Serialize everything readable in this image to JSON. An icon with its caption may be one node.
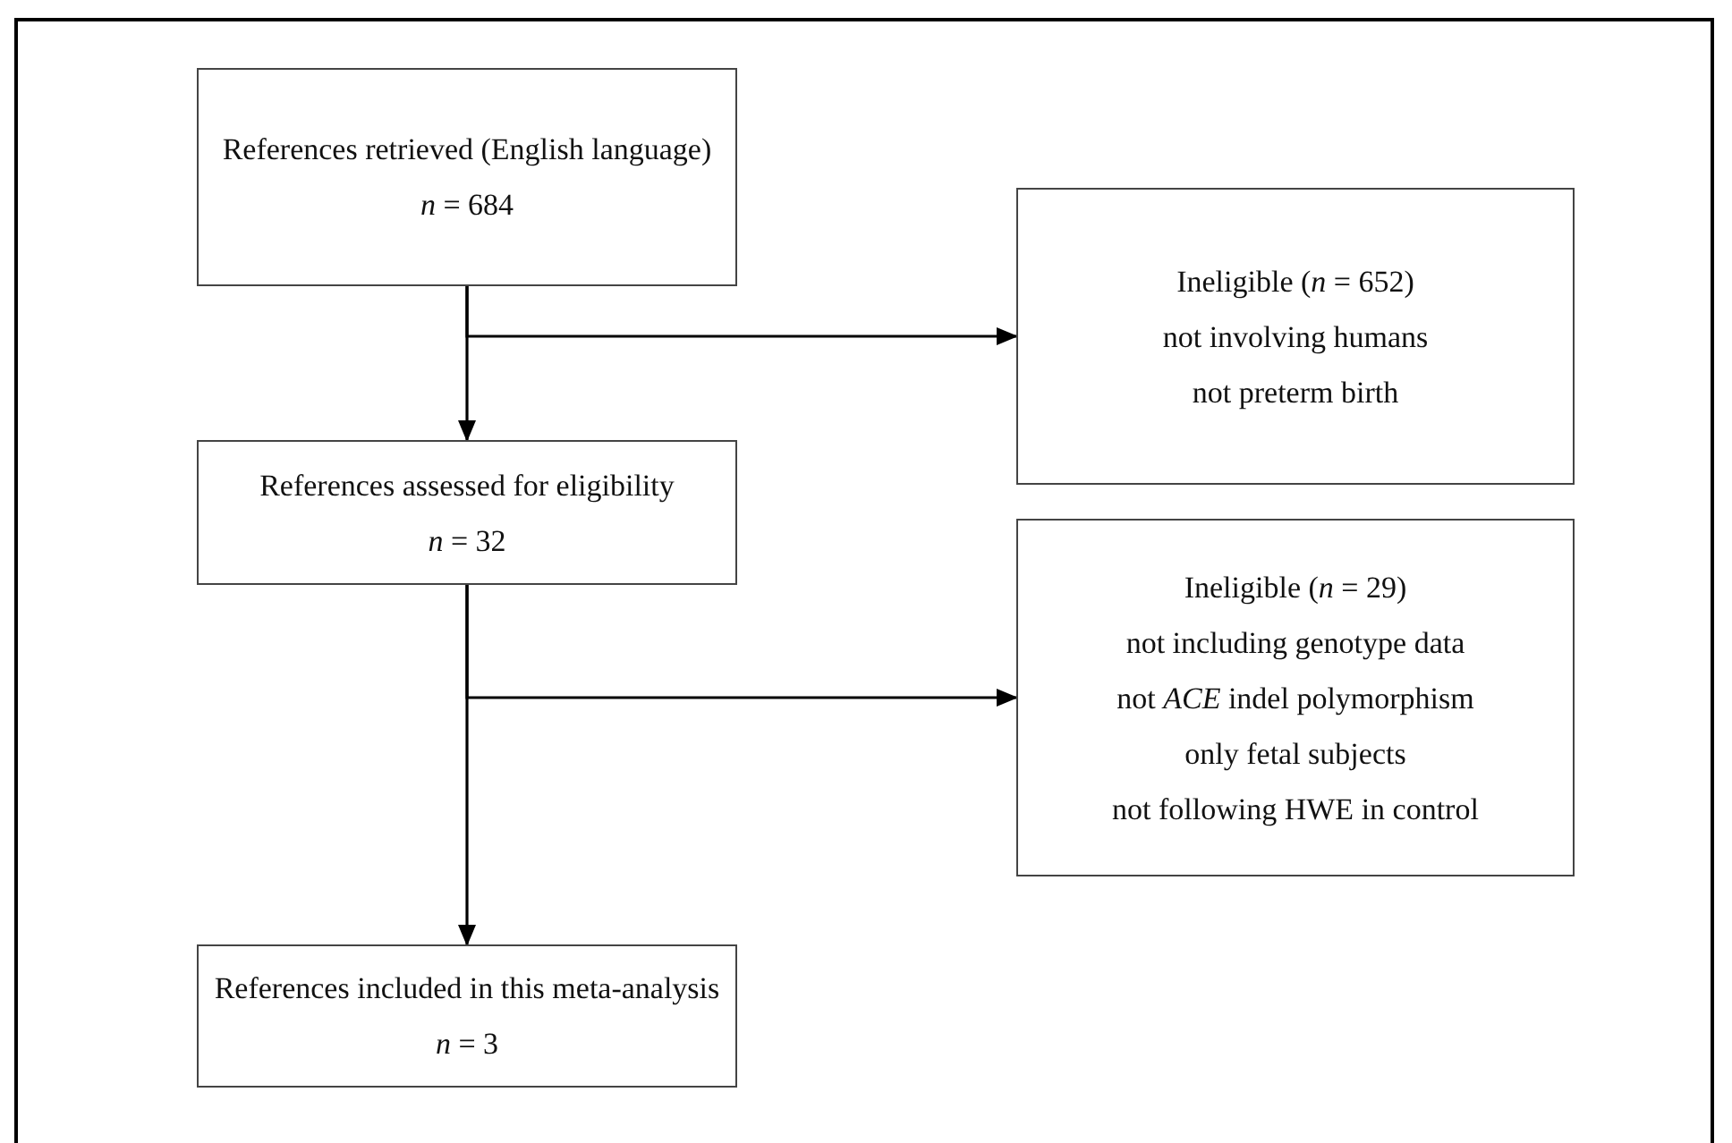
{
  "diagram": {
    "nodes": [
      {
        "text": [
          "References retrieved (English language)",
          "*n* = 684"
        ]
      },
      {
        "text": [
          "Ineligible (*n* = 652)",
          "not involving humans",
          "not preterm birth"
        ]
      },
      {
        "text": [
          "References assessed for eligibility",
          "*n* = 32"
        ]
      },
      {
        "text": [
          "Ineligible (*n* = 29)",
          "not including genotype data",
          "not *ACE* indel polymorphism",
          "only fetal subjects",
          "not following HWE in control"
        ]
      },
      {
        "text": [
          "References included in this meta-analysis",
          "*n* = 3"
        ]
      }
    ],
    "edges": [
      {
        "from": 0,
        "to": 2,
        "arrow": "to"
      },
      {
        "from": 0,
        "to": 1,
        "arrow": "to"
      },
      {
        "from": 2,
        "to": 4,
        "arrow": "to"
      },
      {
        "from": 2,
        "to": 3,
        "arrow": "to"
      }
    ]
  }
}
